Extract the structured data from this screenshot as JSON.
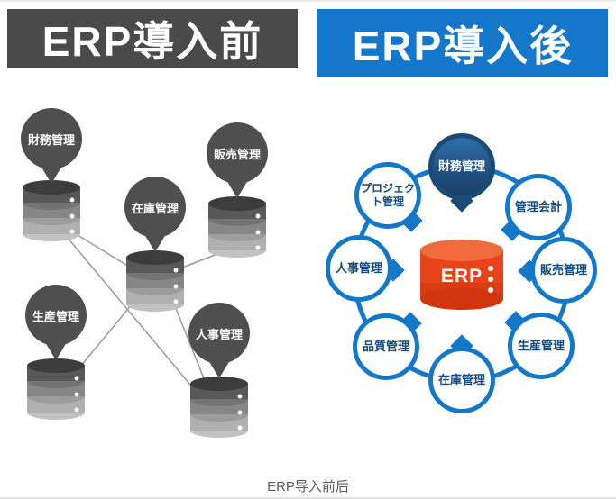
{
  "before": {
    "title": "ERP導入前",
    "items": [
      {
        "label": "財務管理"
      },
      {
        "label": "販売管理"
      },
      {
        "label": "在庫管理"
      },
      {
        "label": "生産管理"
      },
      {
        "label": "人事管理"
      }
    ]
  },
  "after": {
    "title": "ERP導入後",
    "center_label": "ERP",
    "items": [
      {
        "label": "財務管理"
      },
      {
        "label": "管理会計"
      },
      {
        "label": "販売管理"
      },
      {
        "label": "生産管理"
      },
      {
        "label": "在庫管理"
      },
      {
        "label": "品質管理"
      },
      {
        "label": "人事管理"
      },
      {
        "label": "プロジェクト管理"
      }
    ]
  },
  "caption": "ERP导入前后",
  "colors": {
    "before_header_bg": "#4a4a4a",
    "after_header_bg": "#1577c9",
    "accent_blue": "#1478c8",
    "dark_bubble_navy": "#1b4a74",
    "erp_red": "#e8431a",
    "pin_gray": "#4f4f4f",
    "line_gray": "#9a9a9a"
  }
}
